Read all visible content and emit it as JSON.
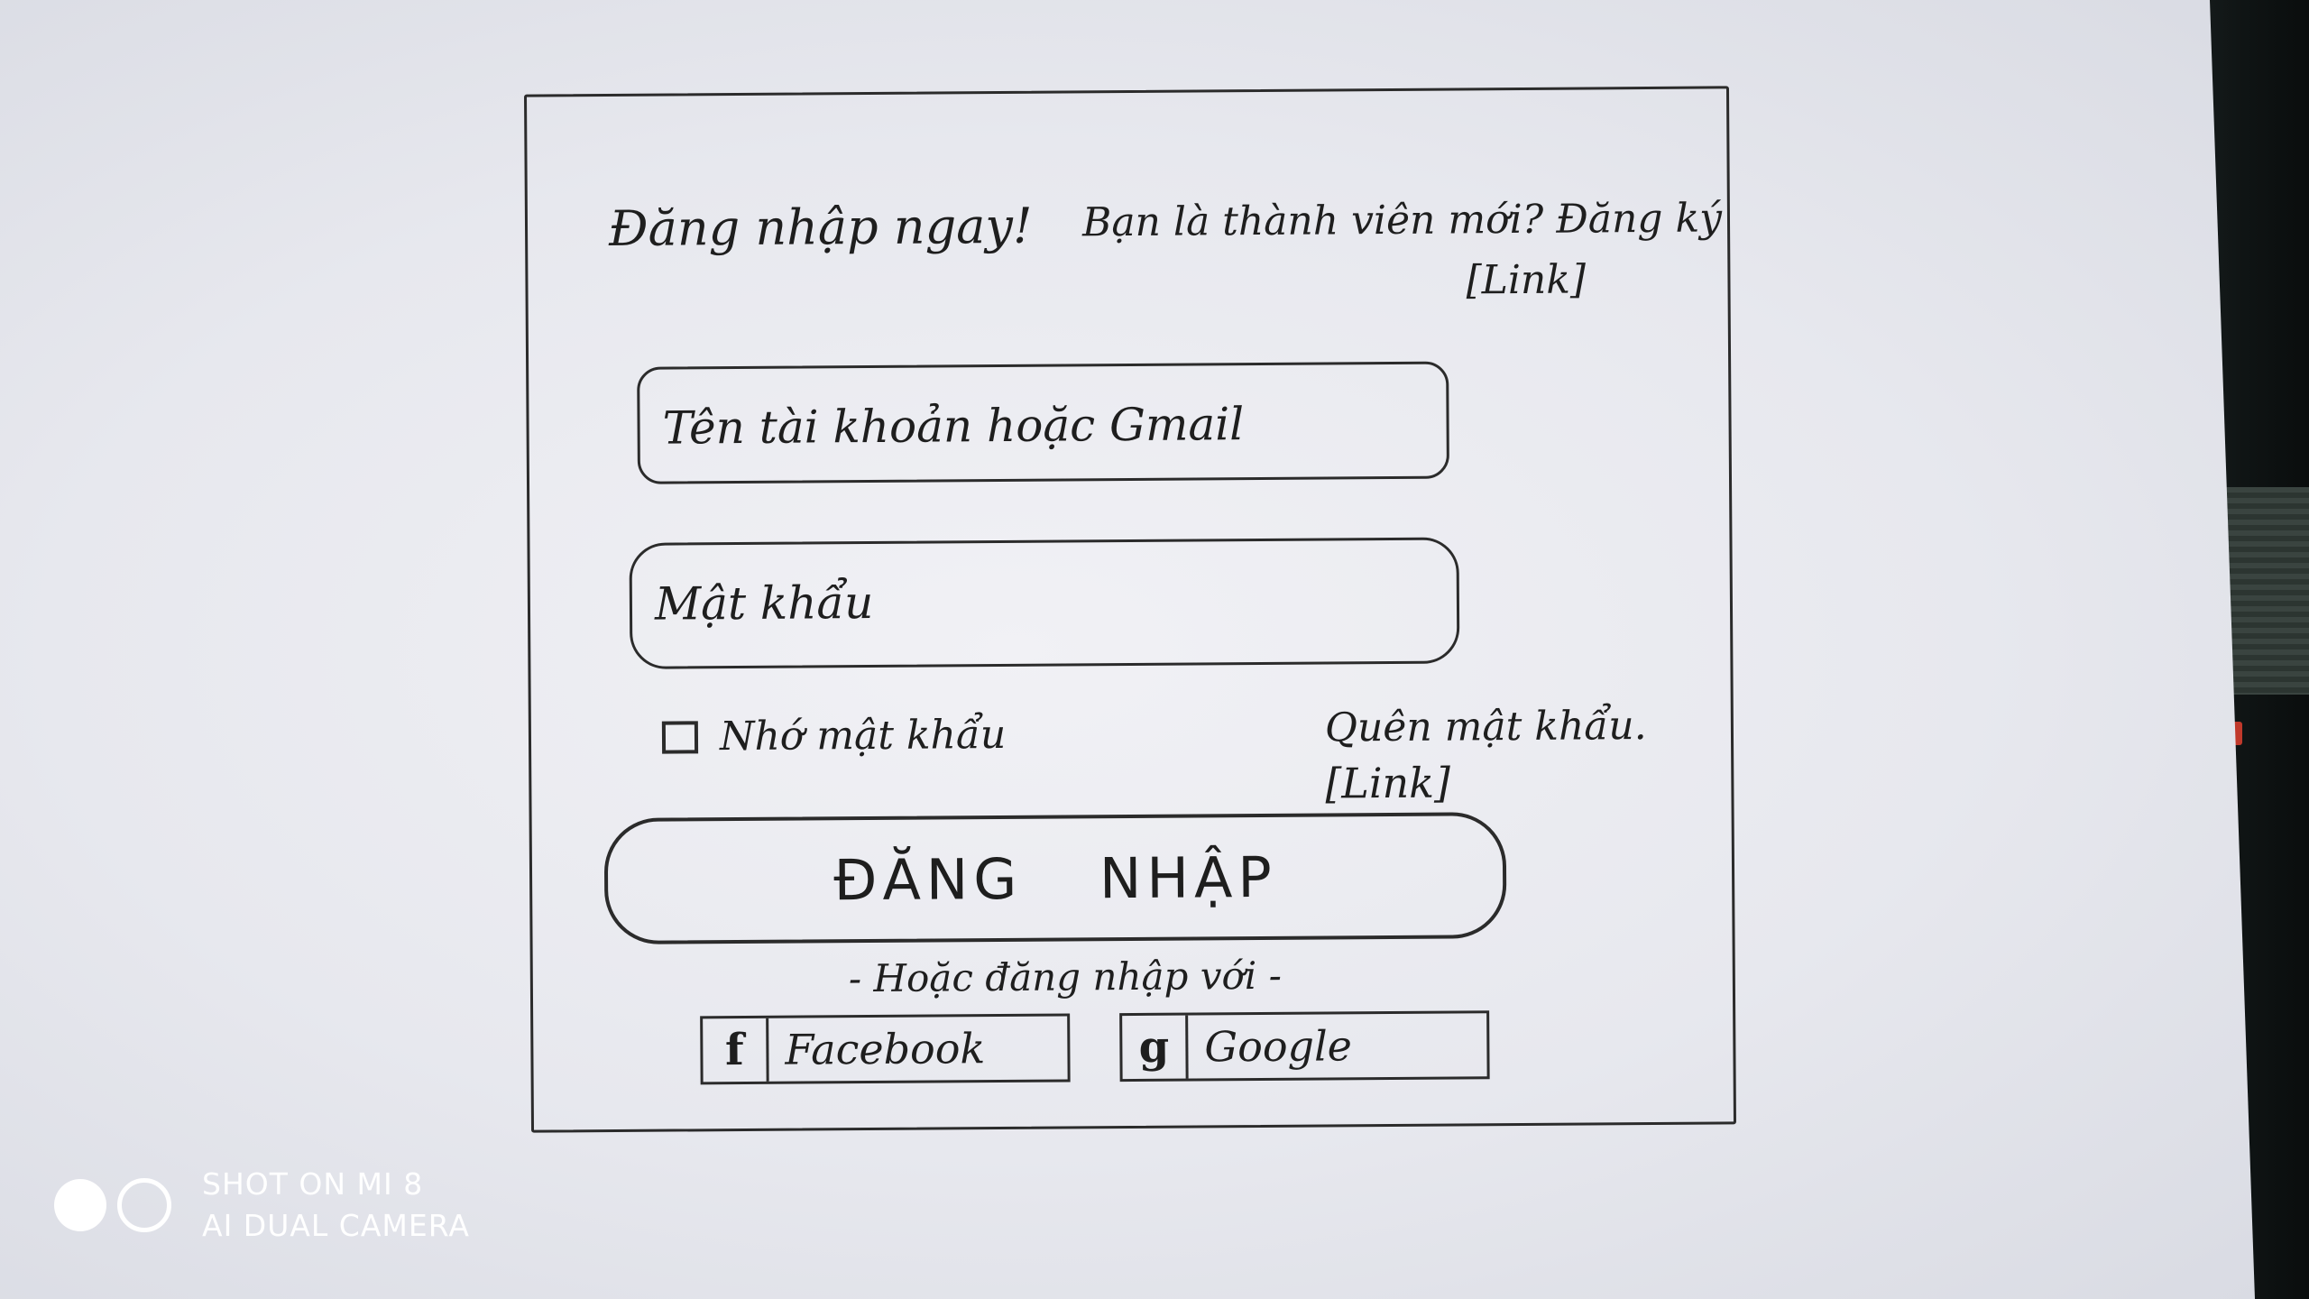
{
  "header": {
    "title": "Đăng nhập ngay!",
    "signup_prompt": "Bạn là thành viên mới? Đăng ký",
    "signup_link": "[Link]"
  },
  "form": {
    "username_placeholder": "Tên tài khoản hoặc Gmail",
    "password_placeholder": "Mật khẩu",
    "remember_label": "Nhớ mật khẩu",
    "remember_checked": false,
    "forgot_prompt": "Quên mật khẩu.",
    "forgot_link": "[Link]",
    "login_button": "ĐĂNG NHẬP",
    "alt_login_text": "- Hoặc đăng nhập với -"
  },
  "social": {
    "facebook_icon_glyph": "f",
    "facebook_label": "Facebook",
    "google_icon_glyph": "g",
    "google_label": "Google"
  },
  "watermark": {
    "line1": "SHOT ON MI 8",
    "line2": "AI DUAL CAMERA"
  },
  "colors": {
    "ink": "#1e1e1e",
    "paper": "#e7e8ee"
  }
}
